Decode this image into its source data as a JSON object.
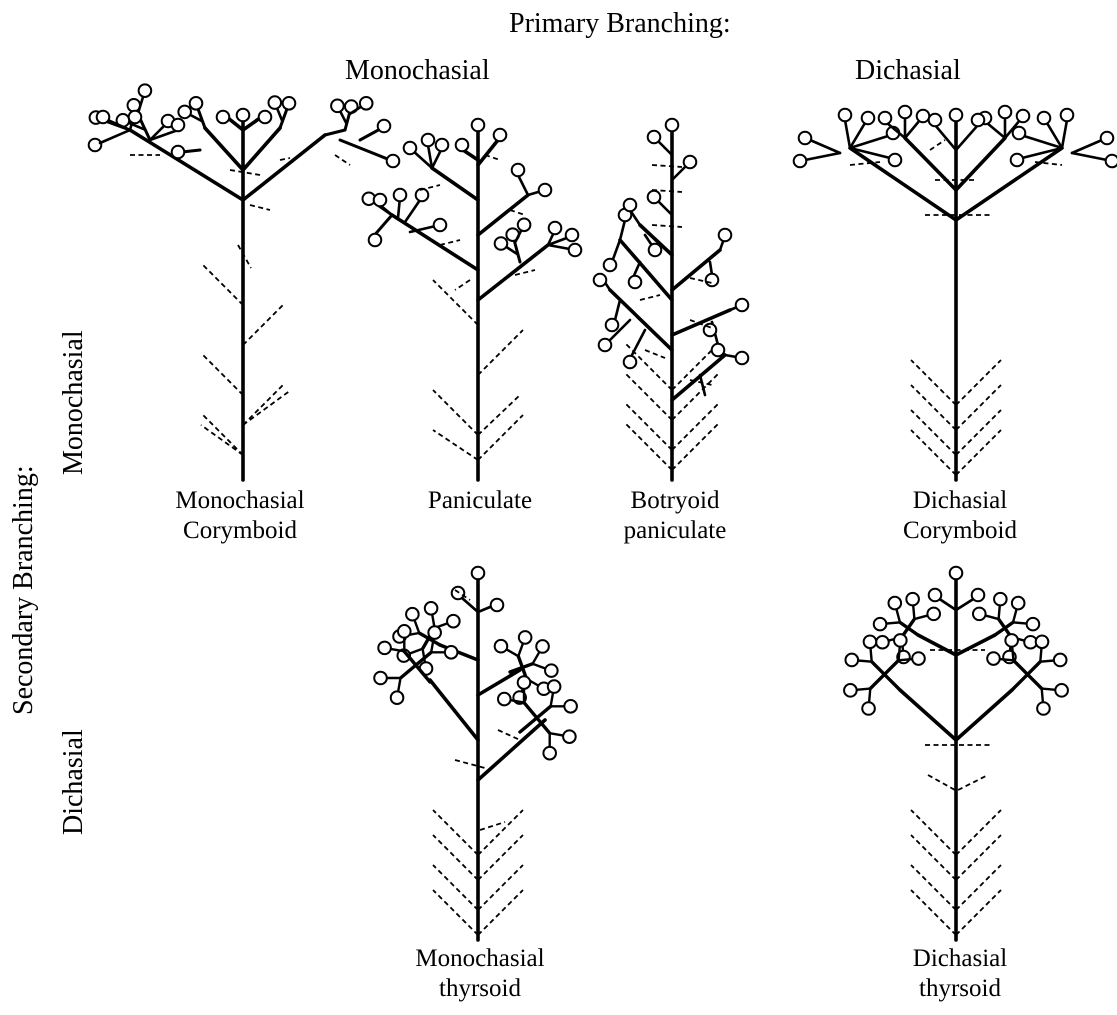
{
  "headers": {
    "primary": "Primary Branching:",
    "primary_mono": "Monochasial",
    "primary_di": "Dichasial",
    "secondary": "Secondary Branching:",
    "secondary_mono": "Monochasial",
    "secondary_di": "Dichasial"
  },
  "diagrams": [
    {
      "id": "monochasial-corymboid",
      "line1": "Monochasial",
      "line2": "Corymboid"
    },
    {
      "id": "paniculate",
      "line1": "Paniculate",
      "line2": ""
    },
    {
      "id": "botryoid-paniculate",
      "line1": "Botryoid",
      "line2": "paniculate"
    },
    {
      "id": "dichasial-corymboid",
      "line1": "Dichasial",
      "line2": "Corymboid"
    },
    {
      "id": "monochasial-thyrsoid",
      "line1": "Monochasial",
      "line2": "thyrsoid"
    },
    {
      "id": "dichasial-thyrsoid",
      "line1": "Dichasial",
      "line2": "thyrsoid"
    }
  ]
}
